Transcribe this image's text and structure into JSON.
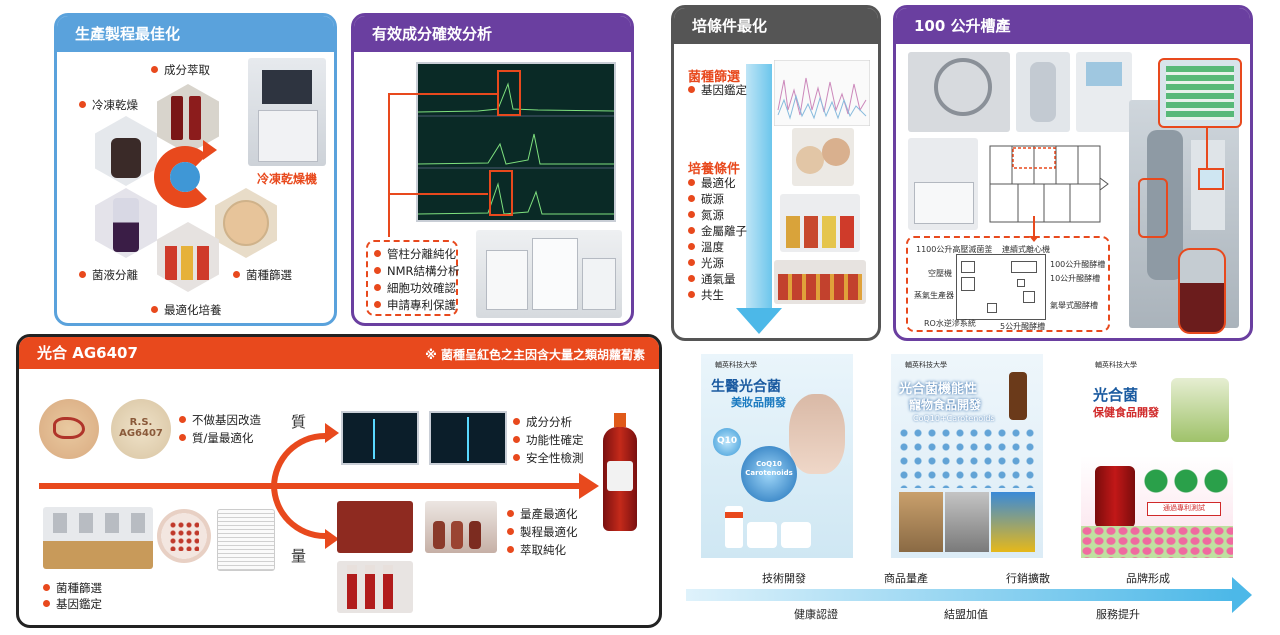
{
  "panel1": {
    "title": "生產製程最佳化",
    "labels": [
      "成分萃取",
      "冷凍乾燥",
      "菌液分離",
      "菌種篩選",
      "最適化培養"
    ],
    "caption": "冷凍乾燥機"
  },
  "panel2": {
    "title": "有效成分確效分析",
    "bullets": [
      "管柱分離純化",
      "NMR結構分析",
      "細胞功效確認",
      "申請專利保護"
    ]
  },
  "panel3": {
    "title": "培條件最化",
    "head1": "菌種篩選",
    "sub1": [
      "基因鑑定"
    ],
    "head2": "培養條件",
    "sub2": [
      "最適化",
      "碳源",
      "氮源",
      "金屬離子",
      "溫度",
      "光源",
      "通氣量",
      "共生"
    ]
  },
  "panel4": {
    "title": "100 公升槽產",
    "diagram_labels": {
      "autoclave": "1100公升高壓滅菌釜",
      "centrifuge": "連續式離心機",
      "compressor": "空壓機",
      "ferm100": "100公升醱酵槽",
      "ferm10": "10公升醱酵槽",
      "steam": "蒸氣生產器",
      "airlift": "氣舉式醱酵槽",
      "ro": "RO水逆滲系統",
      "ferm5": "5公升醱酵槽"
    }
  },
  "panel5": {
    "title": "光合 AG6407",
    "note": "※ 菌種呈紅色之主因含大量之類胡蘿蔔素",
    "plate_text": "R.S. AG6407",
    "top_bullets": [
      "不做基因改造",
      "質/量最適化"
    ],
    "quality_char": "質",
    "quantity_char": "量",
    "quality_bullets": [
      "成分分析",
      "功能性確定",
      "安全性檢測"
    ],
    "quantity_bullets": [
      "量產最適化",
      "製程最適化",
      "萃取純化"
    ],
    "bottom_bullets": [
      "菌種篩選",
      "基因鑑定"
    ]
  },
  "posters": [
    {
      "school": "輔英科技大學",
      "title1": "生醫光合菌",
      "title2": "美妝品開發",
      "badge1": "Q10",
      "badge2": "CoQ10 Carotenoids"
    },
    {
      "school": "輔英科技大學",
      "title1": "光合菌機能性",
      "title2": "寵物食品開發",
      "sub": "CoQ10+Carotenoids"
    },
    {
      "school": "輔英科技大學",
      "title1": "光合菌",
      "title2": "保健食品開發",
      "label": "通過專利測試"
    }
  ],
  "timeline": {
    "top": [
      "技術開發",
      "商品量產",
      "行銷擴散",
      "品牌形成"
    ],
    "bottom": [
      "健康認證",
      "結盟加值",
      "服務提升"
    ]
  },
  "colors": {
    "blue": "#5aa2dc",
    "purple": "#6a3fa0",
    "gray": "#555555",
    "orange": "#e8491d",
    "sky": "#4cb8e8"
  }
}
